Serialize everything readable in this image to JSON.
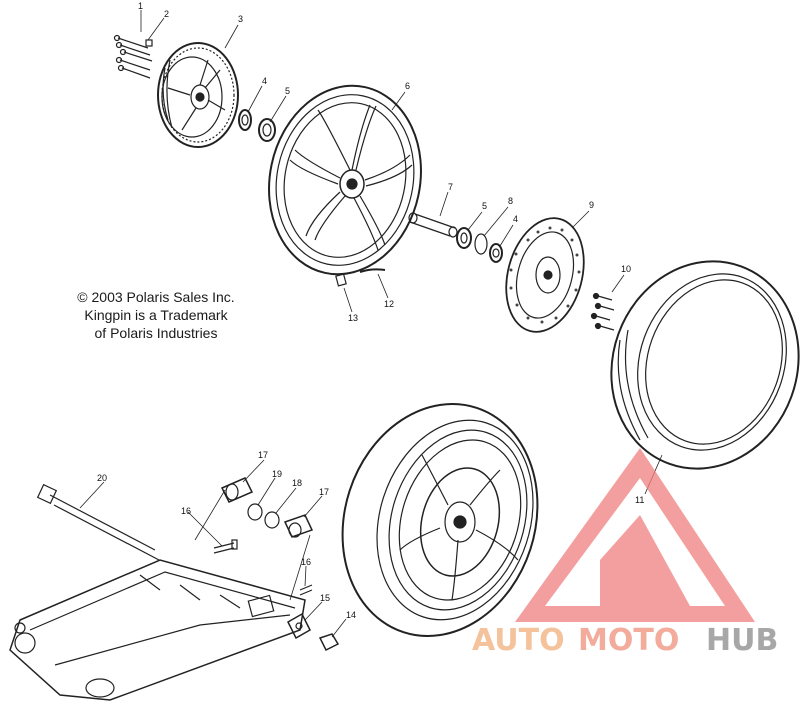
{
  "copyright": {
    "line1": "© 2003 Polaris Sales Inc.",
    "line2": "Kingpin is a Trademark",
    "line3": "of Polaris Industries"
  },
  "callouts": [
    {
      "id": "c1",
      "text": "1"
    },
    {
      "id": "c2",
      "text": "2"
    },
    {
      "id": "c3",
      "text": "3"
    },
    {
      "id": "c4a",
      "text": "4"
    },
    {
      "id": "c5a",
      "text": "5"
    },
    {
      "id": "c6",
      "text": "6"
    },
    {
      "id": "c7",
      "text": "7"
    },
    {
      "id": "c5b",
      "text": "5"
    },
    {
      "id": "c8",
      "text": "8"
    },
    {
      "id": "c4b",
      "text": "4"
    },
    {
      "id": "c9",
      "text": "9"
    },
    {
      "id": "c10",
      "text": "10"
    },
    {
      "id": "c11",
      "text": "11"
    },
    {
      "id": "c12",
      "text": "12"
    },
    {
      "id": "c13",
      "text": "13"
    },
    {
      "id": "c14",
      "text": "14"
    },
    {
      "id": "c15",
      "text": "15"
    },
    {
      "id": "c16a",
      "text": "16"
    },
    {
      "id": "c16b",
      "text": "16"
    },
    {
      "id": "c17a",
      "text": "17"
    },
    {
      "id": "c17b",
      "text": "17"
    },
    {
      "id": "c18",
      "text": "18"
    },
    {
      "id": "c19",
      "text": "19"
    },
    {
      "id": "c20",
      "text": "20"
    }
  ],
  "watermark": {
    "auto": "AUTO",
    "moto": "MOTO",
    "hub": "HUB",
    "colors": {
      "auto": "#f2b07a",
      "moto": "#f08f7c",
      "hub": "#8a8a8a",
      "triangle": "#f07f7f"
    }
  }
}
